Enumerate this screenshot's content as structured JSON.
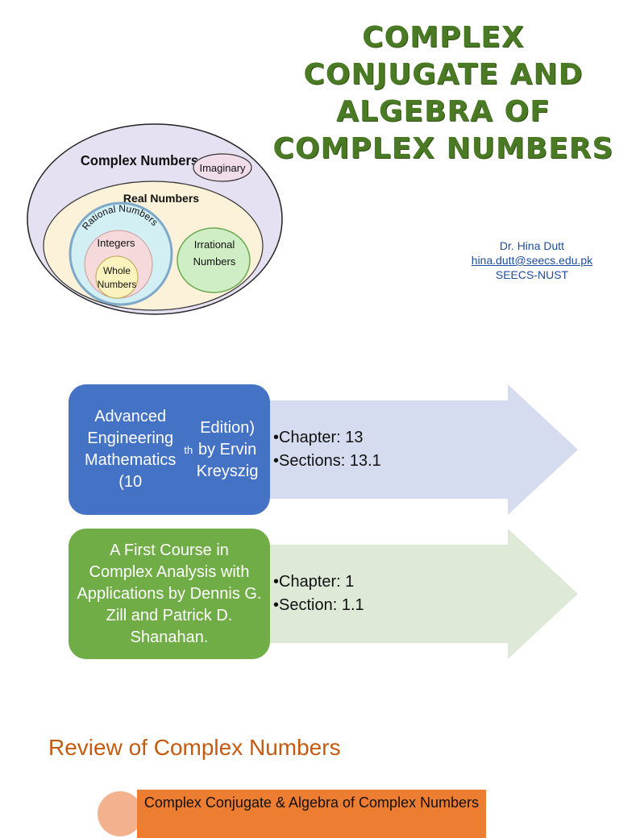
{
  "title": "Complex Conjugate and Algebra of Complex Numbers",
  "venn": {
    "complex_label": "Complex Numbers",
    "imaginary_label": "Imaginary",
    "real_label": "Real Numbers",
    "rational_label": "Rational Numbers",
    "integers_label": "Integers",
    "whole_label_1": "Whole",
    "whole_label_2": "Numbers",
    "irrational_label_1": "Irrational",
    "irrational_label_2": "Numbers",
    "colors": {
      "complex": "#e6e1f2",
      "imaginary": "#f1dcea",
      "real": "#fbf2d9",
      "rational": "#d2eff4",
      "integers": "#f6d9db",
      "whole": "#fbf3bd",
      "irrational": "#cfeec5"
    }
  },
  "author": {
    "name": "Dr. Hina Dutt",
    "email": "hina.dutt@seecs.edu.pk",
    "affiliation": "SEECS-NUST"
  },
  "references": [
    {
      "book_title": "Advanced Engineering Mathematics (10th Edition)  by Ervin Kreyszig",
      "bullet_1": "Chapter: 13",
      "bullet_2": "Sections: 13.1",
      "box_color": "#4472c4",
      "arrow_color": "#d6dcef"
    },
    {
      "book_title": "A First Course in Complex Analysis with Applications by Dennis G. Zill and Patrick D. Shanahan.",
      "bullet_1": "Chapter: 1",
      "bullet_2": "Section: 1.1",
      "box_color": "#70ad47",
      "arrow_color": "#dfe9d7"
    }
  ],
  "review_heading": "Review of Complex Numbers",
  "topic_bar": "Complex Conjugate & Algebra of Complex Numbers"
}
